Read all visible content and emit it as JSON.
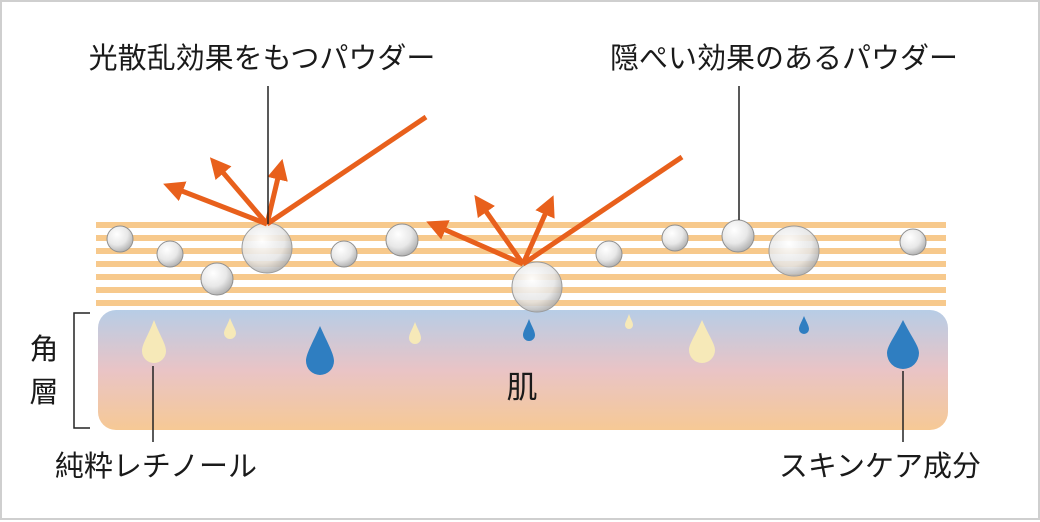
{
  "labels": {
    "scatter_powder": "光散乱効果をもつパウダー",
    "conceal_powder": "隠ぺい効果のあるパウダー",
    "stratum_char1": "角",
    "stratum_char2": "層",
    "skin": "肌",
    "retinol": "純粋レチノール",
    "skincare": "スキンケア成分"
  },
  "colors": {
    "arrow": "#e8601c",
    "stripe": "#f7c98c",
    "droplet_blue": "#2f7ec1",
    "droplet_cream": "#f6e9b8",
    "skin_top": "#b7cde6",
    "skin_mid": "#e9c4c6",
    "skin_bottom": "#f6c995"
  }
}
